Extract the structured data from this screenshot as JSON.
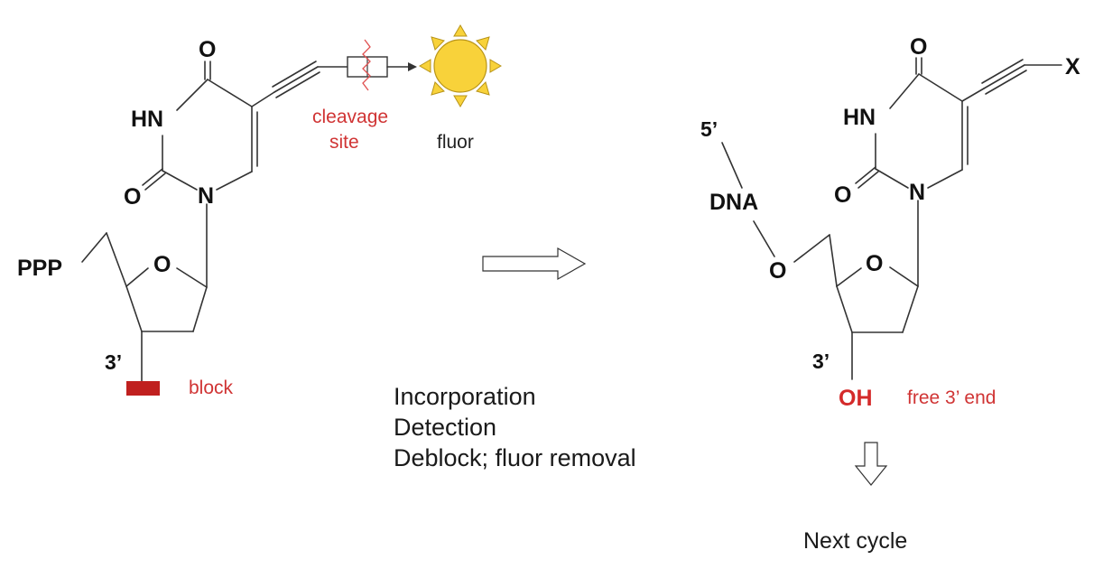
{
  "left_molecule": {
    "atoms": {
      "carbonyl_top": "O",
      "nh": "HN",
      "carbonyl_bottom": "O",
      "ring_n": "N",
      "sugar_o": "O",
      "triphosphate": "PPP",
      "three_prime": "3’"
    },
    "labels": {
      "cleavage_line1": "cleavage",
      "cleavage_line2": "site",
      "fluor": "fluor",
      "block": "block"
    }
  },
  "right_molecule": {
    "atoms": {
      "carbonyl_top": "O",
      "nh": "HN",
      "carbonyl_bottom": "O",
      "ring_n": "N",
      "sugar_o": "O",
      "linker_o": "O",
      "x_group": "X",
      "dna": "DNA",
      "five_prime": "5’",
      "three_prime": "3’",
      "hydroxyl": "OH"
    },
    "labels": {
      "free_end": "free 3’ end"
    }
  },
  "steps": [
    "Incorporation",
    "Detection",
    "Deblock; fluor removal"
  ],
  "next_cycle": "Next cycle",
  "colors": {
    "label_red": "#d03434",
    "block_fill": "#c0201f",
    "sun_fill": "#f8d23a",
    "sun_stroke": "#b89418"
  }
}
